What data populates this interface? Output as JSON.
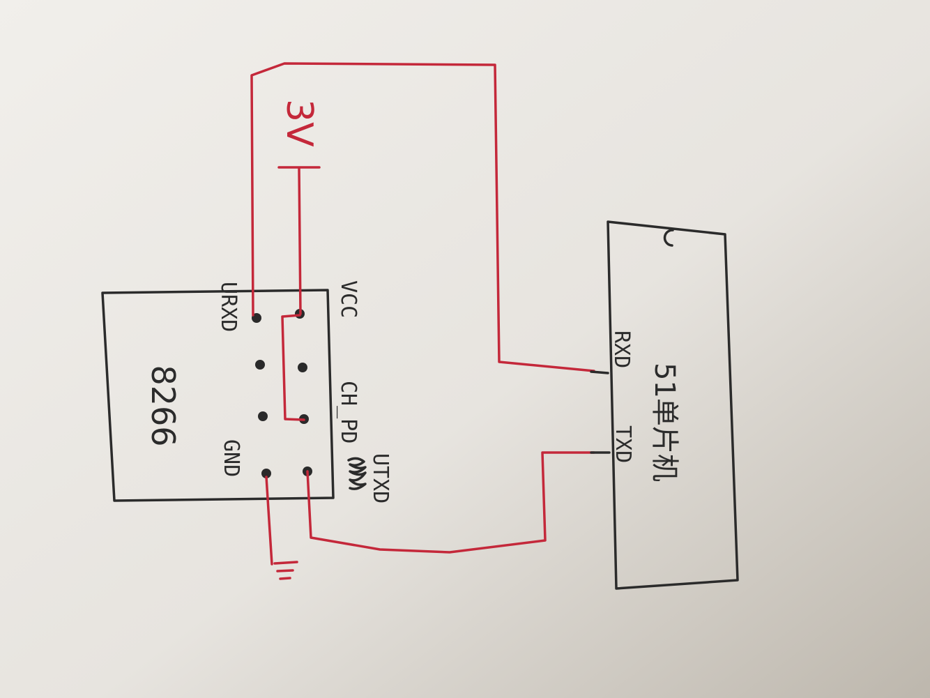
{
  "module_8266": {
    "name": "8266",
    "pins": {
      "urxd": "URXD",
      "vcc": "VCC",
      "ch_pd": "CH_PD",
      "gnd": "GND",
      "utxd": "UTXD"
    }
  },
  "supply": {
    "label": "3V"
  },
  "mcu": {
    "name": "51单片机",
    "pins": {
      "rxd": "RXD",
      "txd": "TXD"
    }
  },
  "colors": {
    "wire": "#c4283a",
    "ink": "#2b2b2b",
    "paper": "#ece9e4"
  }
}
